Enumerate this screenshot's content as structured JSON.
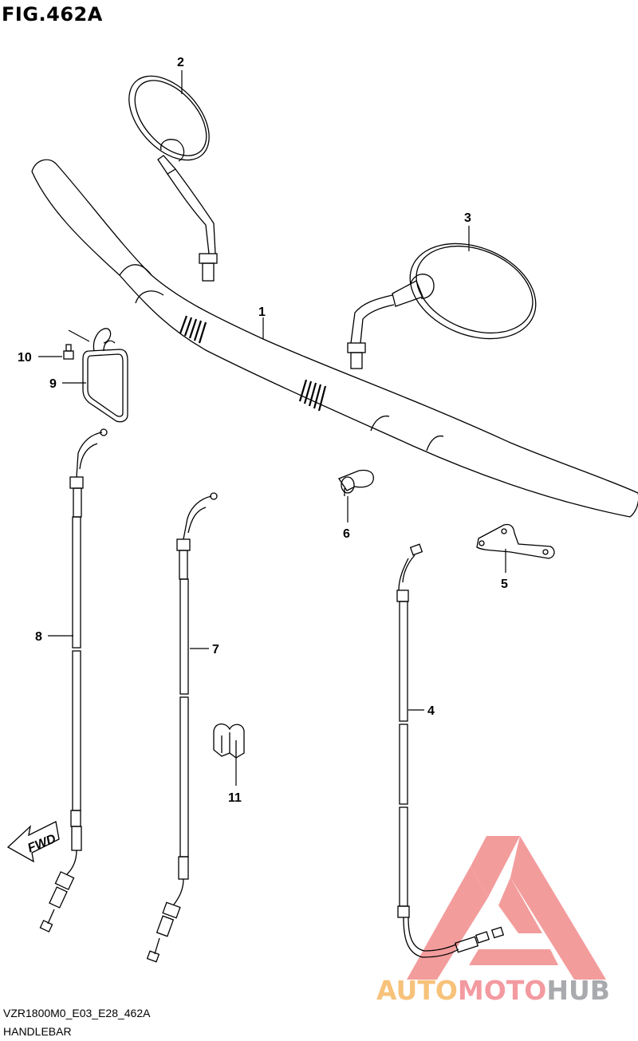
{
  "figure": {
    "title": "FIG.462A",
    "code": "VZR1800M0_E03_E28_462A",
    "name": "HANDLEBAR"
  },
  "callouts": [
    "1",
    "2",
    "3",
    "4",
    "5",
    "6",
    "7",
    "8",
    "9",
    "10",
    "11"
  ],
  "fwd_label": "FWD",
  "watermark": {
    "brand_parts": [
      "AUTO",
      "MOTO",
      "HUB"
    ],
    "colors": {
      "auto": "#f7c27a",
      "moto": "#f39aa0",
      "hub": "#a8aaad",
      "logo": "#f28b8b"
    }
  }
}
